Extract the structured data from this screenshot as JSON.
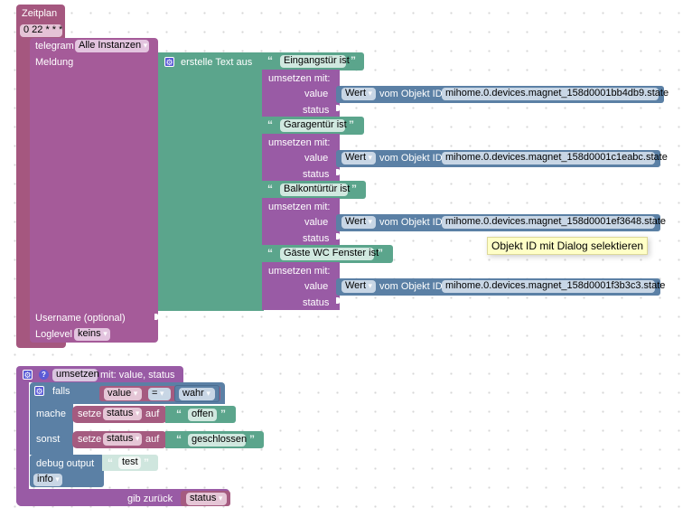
{
  "schedule_block": {
    "title": "Zeitplan",
    "cron": "0 22 * * *"
  },
  "telegram_block": {
    "label": "telegram",
    "instance": "Alle Instanzen",
    "message_label": "Meldung",
    "username_label": "Username (optional)",
    "loglevel_label": "Loglevel",
    "loglevel_value": "keins"
  },
  "text_join_block": {
    "label": "erstelle Text aus"
  },
  "items": [
    {
      "text": "Eingangstür ist",
      "call_label": "umsetzen  mit:",
      "value_label": "value",
      "status_label": "status",
      "value_mode": "Wert",
      "from_object_label": "vom Objekt ID",
      "object_id": "mihome.0.devices.magnet_158d0001bb4db9.state"
    },
    {
      "text": "Garagentür ist",
      "call_label": "umsetzen  mit:",
      "value_label": "value",
      "status_label": "status",
      "value_mode": "Wert",
      "from_object_label": "vom Objekt ID",
      "object_id": "mihome.0.devices.magnet_158d0001c1eabc.state"
    },
    {
      "text": "Balkontürtür ist",
      "call_label": "umsetzen  mit:",
      "value_label": "value",
      "status_label": "status",
      "value_mode": "Wert",
      "from_object_label": "vom Objekt ID",
      "object_id": "mihome.0.devices.magnet_158d0001ef3648.state"
    },
    {
      "text": "Gäste WC Fenster ist",
      "call_label": "umsetzen  mit:",
      "value_label": "value",
      "status_label": "status",
      "value_mode": "Wert",
      "from_object_label": "vom Objekt ID",
      "object_id": "mihome.0.devices.magnet_158d0001f3b3c3.state"
    }
  ],
  "tooltip": "Objekt ID mit Dialog selektieren",
  "function_block": {
    "name": "umsetzen",
    "params_label": "mit: value, status",
    "if_label": "falls",
    "compare_left": "value",
    "compare_op": "=",
    "compare_right": "wahr",
    "then_label": "mache",
    "else_label": "sonst",
    "set_label": "setze",
    "set_var": "status",
    "to_label": "auf",
    "then_value": "offen",
    "else_value": "geschlossen",
    "debug_label": "debug output",
    "debug_text": "test",
    "debug_level": "info",
    "return_label": "gib zurück",
    "return_var": "status"
  }
}
